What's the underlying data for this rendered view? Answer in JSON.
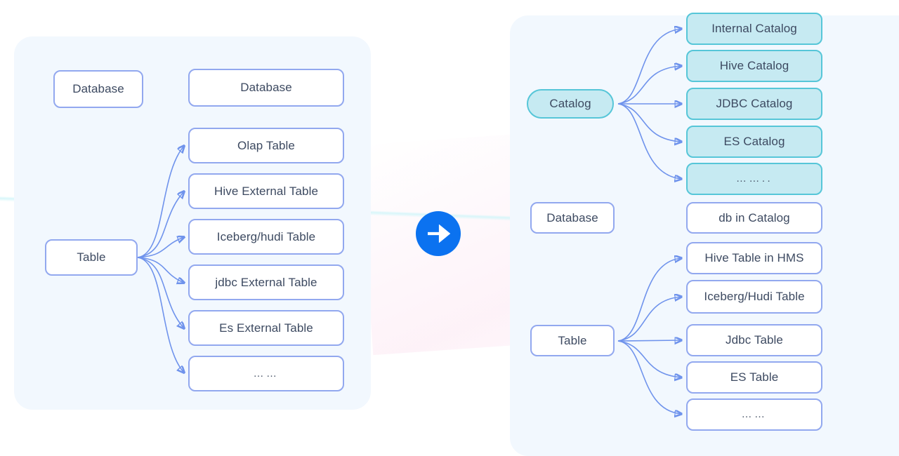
{
  "meta": {
    "title": "Catalog model comparison diagram",
    "accent_blue": "#0b72f0",
    "node_border_blue": "#92a8ef",
    "node_border_teal": "#56c6d8",
    "node_fill_teal": "#c6eaf2",
    "panel_background": "#f2f8fe",
    "connector_color": "#6f93ec",
    "text_color": "#3d4a61"
  },
  "center": {
    "icon": "arrow-right-icon",
    "label": ""
  },
  "left_panel": {
    "database_root": "Database",
    "database_child": "Database",
    "table_root": "Table",
    "table_children": [
      "Olap Table",
      "Hive External Table",
      "Iceberg/hudi Table",
      "jdbc External Table",
      "Es External Table",
      "……"
    ]
  },
  "right_panel": {
    "catalog_root": "Catalog",
    "catalog_children": [
      "Internal Catalog",
      "Hive Catalog",
      "JDBC Catalog",
      "ES Catalog",
      "…….."
    ],
    "database_root": "Database",
    "database_child": "db in Catalog",
    "table_root": "Table",
    "table_children": [
      "Hive Table in HMS",
      "Iceberg/Hudi Table",
      "Jdbc Table",
      "ES Table",
      "……"
    ]
  }
}
